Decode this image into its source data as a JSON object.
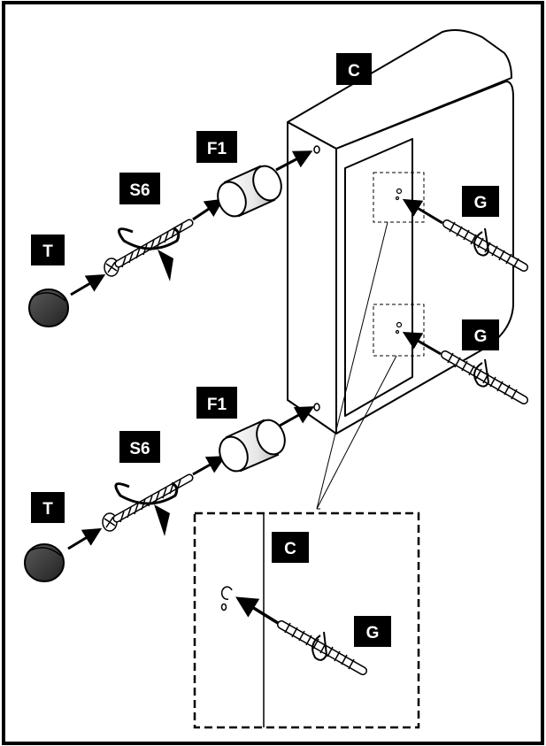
{
  "labels": {
    "cabinet_top": "C",
    "fitting_upper": "F1",
    "screw_upper": "S6",
    "cap_upper": "T",
    "bolt_upper": "G",
    "bolt_lower": "G",
    "fitting_lower": "F1",
    "screw_lower": "S6",
    "cap_lower": "T",
    "detail_cabinet": "C",
    "detail_bolt": "G"
  },
  "colors": {
    "ink": "#000000",
    "paper": "#ffffff",
    "cap_fill": "#3a3a3a"
  }
}
